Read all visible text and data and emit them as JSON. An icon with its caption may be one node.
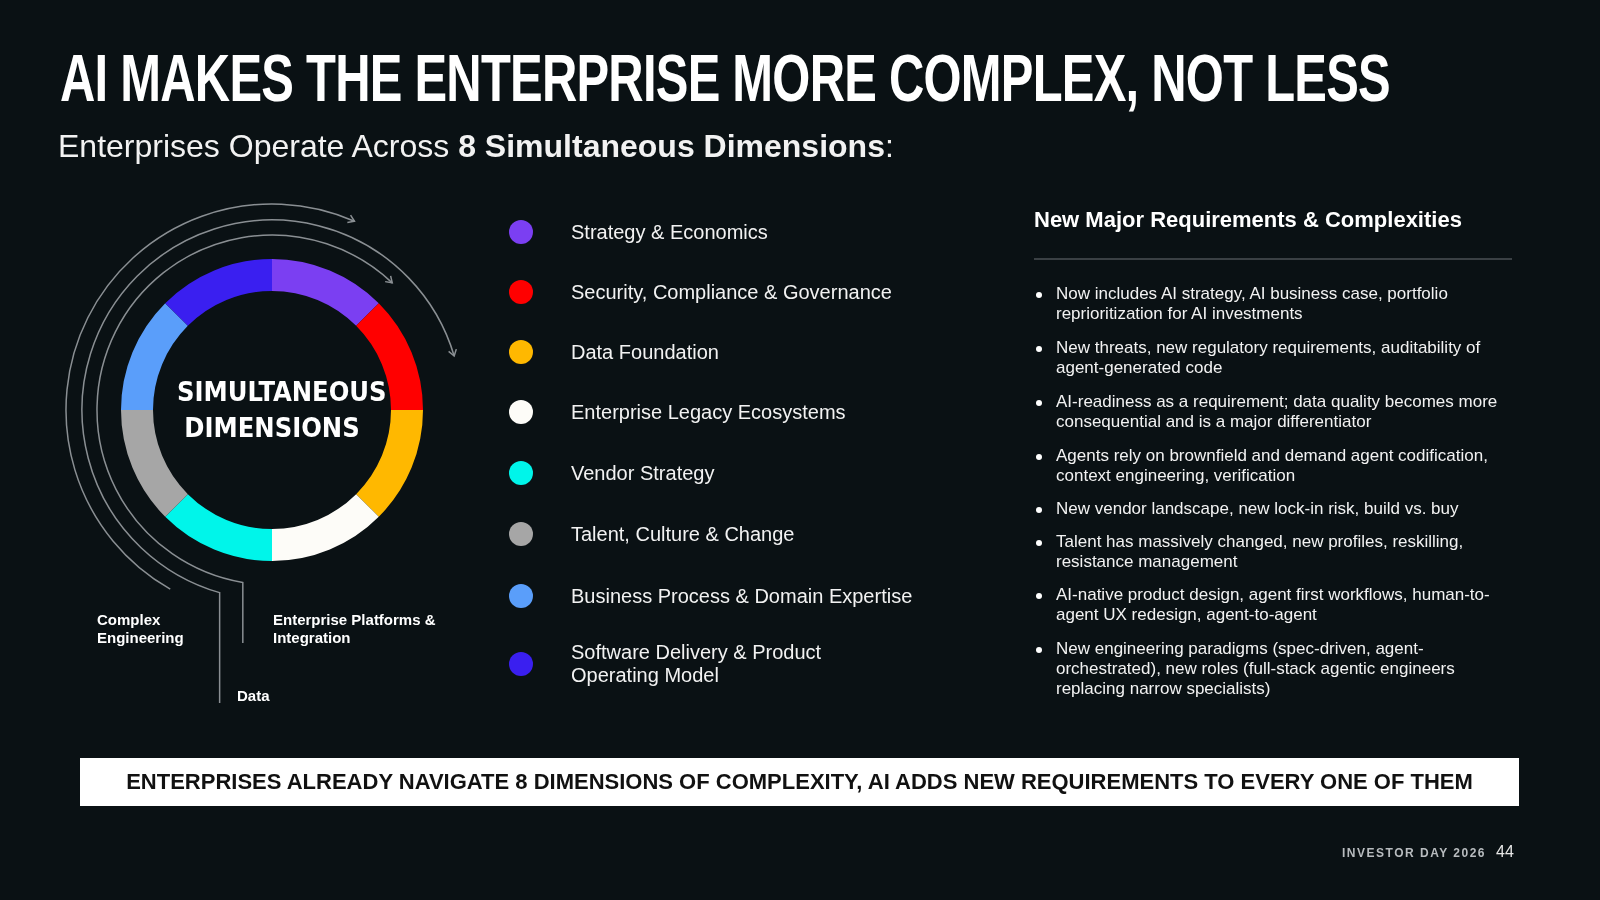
{
  "diagram": {
    "title": "AI MAKES THE ENTERPRISE MORE COMPLEX, NOT LESS",
    "nodes": [
      {
        "text": [
          "SIMULTANEOUS DIMENSIONS"
        ]
      },
      {
        "text": [
          "ENTERPRISES ALREADY NAVIGATE 8 DIMENSIONS OF COMPLEXITY, AI ADDS NEW REQUIREMENTS TO EVERY ONE OF THEM"
        ]
      }
    ],
    "labels": [
      "Enterprises Operate Across **8 Simultaneous Dimensions**:",
      "Complex Engineering",
      "Enterprise Platforms & Integration",
      "Data",
      "New Major Requirements & Complexities",
      "Now includes AI strategy, AI business case, portfolio reprioritization for AI investments",
      "New threats, new regulatory requirements, auditability of agent-generated code",
      "AI-readiness as a requirement; data quality becomes more consequential and is a major differentiator",
      "Agents rely on brownfield and demand agent codification, context engineering, verification",
      "New vendor landscape, new lock-in risk, build vs. buy",
      "Talent has massively changed, new profiles, reskilling, resistance management",
      "AI-native product design, agent first workflows, human-to-agent UX redesign, agent-to-agent",
      "New engineering paradigms (spec-driven, agent-orchestrated), new roles (full-stack agentic engineers replacing narrow specialists)",
      "INVESTOR DAY 2026",
      "44"
    ],
    "legend": [
      {
        "text": "Strategy & Economics",
        "color": "#7b3ff2"
      },
      {
        "text": "Security, Compliance & Governance",
        "color": "#ff0000"
      },
      {
        "text": "Data Foundation",
        "color": "#ffb800"
      },
      {
        "text": "Enterprise Legacy Ecosystems",
        "color": "#fdfcf8"
      },
      {
        "text": "Vendor Strategy",
        "color": "#00f5ea"
      },
      {
        "text": "Talent, Culture & Change",
        "color": "#a6a6a6"
      },
      {
        "text": "Business Process & Domain Expertise",
        "color": "#5a9efa"
      },
      {
        "text": "Software Delivery & Product Operating Model",
        "color": "#3a1ff0"
      }
    ]
  }
}
